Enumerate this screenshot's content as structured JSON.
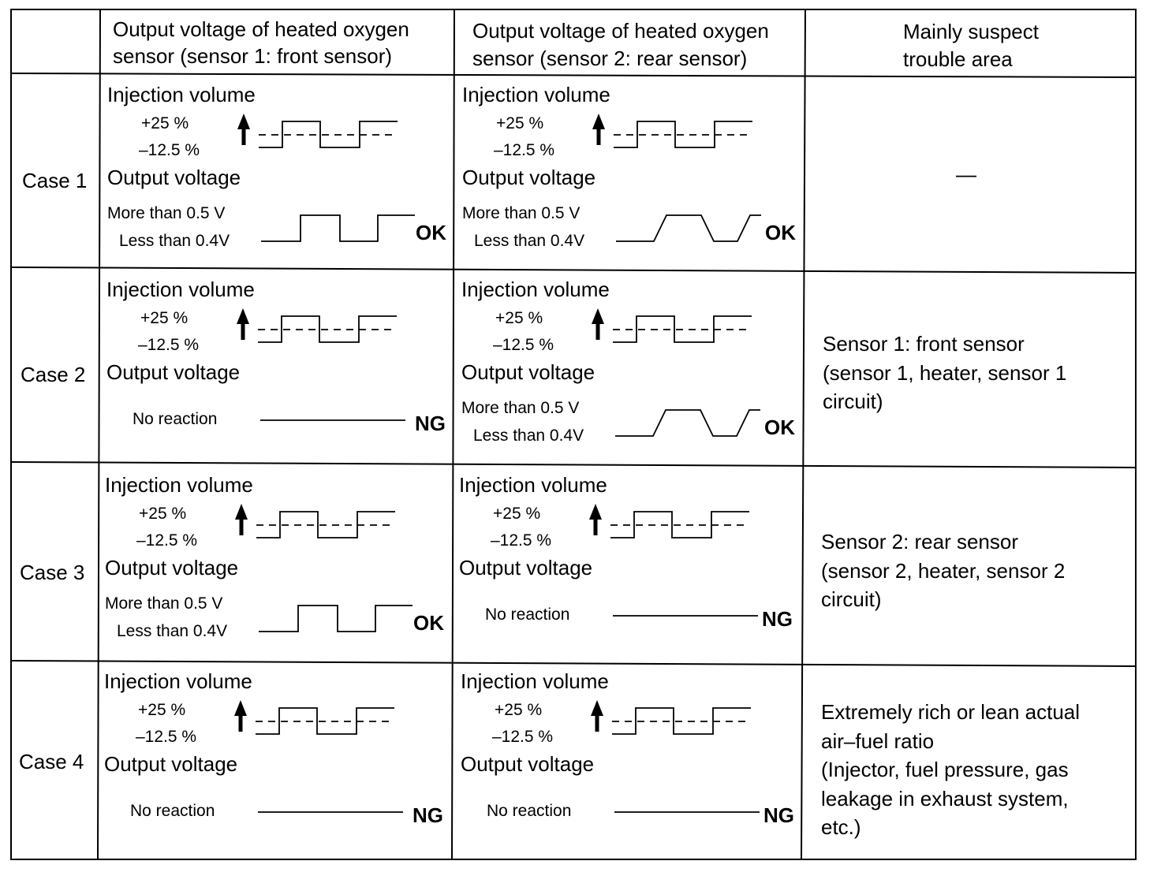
{
  "header": {
    "front": [
      "Output voltage of heated oxygen",
      "sensor (sensor 1: front sensor)"
    ],
    "rear": [
      "Output voltage of heated oxygen",
      "sensor (sensor 2: rear sensor)"
    ],
    "trouble": [
      "Mainly suspect",
      "trouble area"
    ]
  },
  "labels": {
    "injection_volume": "Injection volume",
    "plus": "+25 %",
    "minus": "–12.5 %",
    "output_voltage": "Output voltage",
    "more_than": "More than 0.5 V",
    "less_than": "Less than 0.4V",
    "no_reaction": "No reaction",
    "ok": "OK",
    "ng": "NG"
  },
  "icons": {
    "arrow": "up-arrow-icon"
  },
  "cases": [
    {
      "name": "Case 1",
      "front": "OK",
      "rear": "OK",
      "trouble": [
        "—"
      ]
    },
    {
      "name": "Case 2",
      "front": "NG",
      "rear": "OK",
      "trouble": [
        "Sensor 1: front sensor",
        "(sensor 1, heater, sensor 1",
        "circuit)"
      ]
    },
    {
      "name": "Case 3",
      "front": "OK",
      "rear": "NG",
      "trouble": [
        "Sensor 2: rear sensor",
        "(sensor 2, heater, sensor 2",
        "circuit)"
      ]
    },
    {
      "name": "Case 4",
      "front": "NG",
      "rear": "NG",
      "trouble": [
        "Extremely rich or lean actual",
        "air–fuel ratio",
        "(Injector, fuel pressure, gas",
        "leakage in exhaust system,",
        "etc.)"
      ]
    }
  ]
}
